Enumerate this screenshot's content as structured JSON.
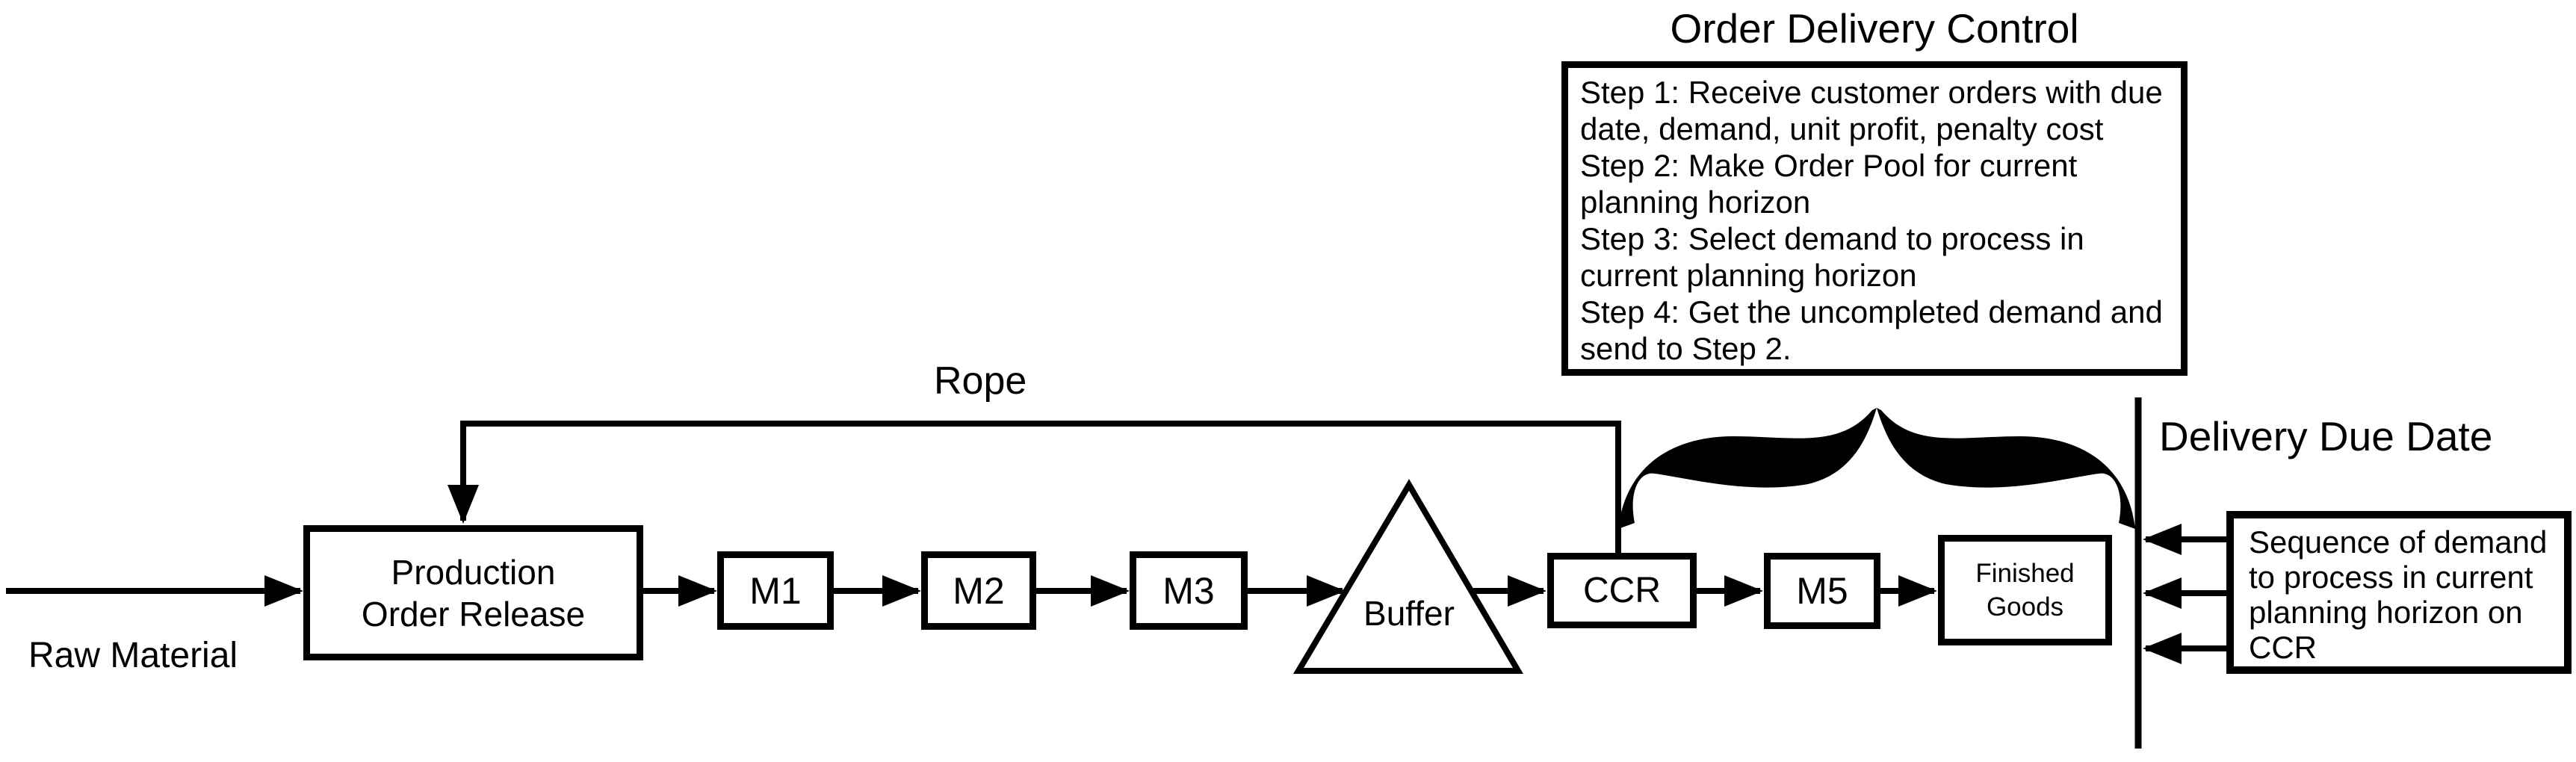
{
  "title": "Order Delivery Control",
  "order_delivery_control_box": {
    "lines": [
      "Step 1: Receive customer orders with due",
      "date, demand, unit profit, penalty cost",
      "Step 2: Make Order Pool for current",
      "planning horizon",
      "Step 3: Select demand to process in",
      "current planning horizon",
      "Step 4: Get the uncompleted demand and",
      "send to Step 2."
    ]
  },
  "flow": {
    "raw_material_label": "Raw Material",
    "production_order_release": {
      "lines": [
        "Production",
        "Order Release"
      ]
    },
    "m1": "M1",
    "m2": "M2",
    "m3": "M3",
    "buffer": "Buffer",
    "ccr": "CCR",
    "m5": "M5",
    "finished_goods": {
      "lines": [
        "Finished",
        "Goods"
      ]
    },
    "rope_label": "Rope"
  },
  "delivery": {
    "due_date_label": "Delivery Due Date",
    "sequence_box": {
      "lines": [
        "Sequence of demand",
        "to process in current",
        "planning horizon on",
        "CCR"
      ]
    }
  },
  "colors": {
    "ink": "#000000",
    "background": "#ffffff"
  }
}
